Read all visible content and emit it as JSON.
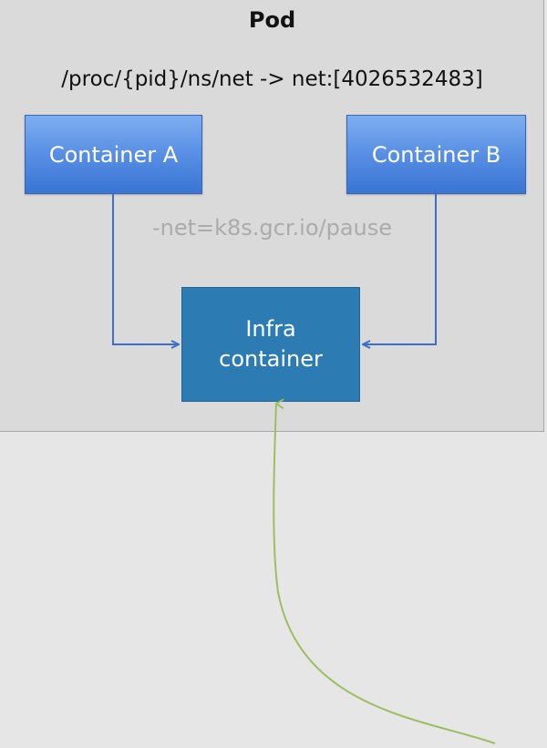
{
  "pod": {
    "title": "Pod",
    "namespace_path": "/proc/{pid}/ns/net -> net:[4026532483]"
  },
  "containers": [
    {
      "label": "Container A"
    },
    {
      "label": "Container B"
    }
  ],
  "net_flag": "-net=k8s.gcr.io/pause",
  "infra": {
    "line1": "Infra",
    "line2": "container"
  },
  "colors": {
    "container_blue": "#5b92e6",
    "infra_blue": "#2c7bb2",
    "connector_blue": "#3b6fc7",
    "external_green": "#9bbf62"
  }
}
